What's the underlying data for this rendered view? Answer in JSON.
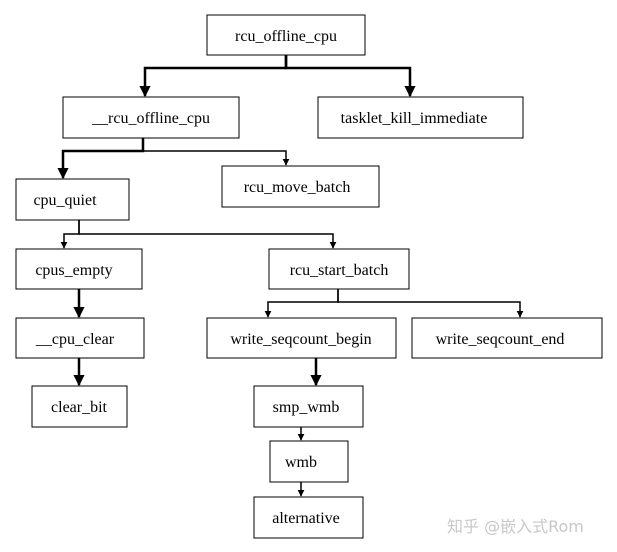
{
  "nodes": {
    "rcu_offline_cpu": "rcu_offline_cpu",
    "__rcu_offline_cpu": "__rcu_offline_cpu",
    "tasklet_kill_immediate": "tasklet_kill_immediate",
    "cpu_quiet": "cpu_quiet",
    "rcu_move_batch": "rcu_move_batch",
    "cpus_empty": "cpus_empty",
    "rcu_start_batch": "rcu_start_batch",
    "__cpu_clear": "__cpu_clear",
    "write_seqcount_begin": "write_seqcount_begin",
    "write_seqcount_end": "write_seqcount_end",
    "clear_bit": "clear_bit",
    "smp_wmb": "smp_wmb",
    "wmb": "wmb",
    "alternative": "alternative"
  },
  "edges": [
    {
      "from": "rcu_offline_cpu",
      "to": "__rcu_offline_cpu"
    },
    {
      "from": "rcu_offline_cpu",
      "to": "tasklet_kill_immediate"
    },
    {
      "from": "__rcu_offline_cpu",
      "to": "cpu_quiet"
    },
    {
      "from": "__rcu_offline_cpu",
      "to": "rcu_move_batch"
    },
    {
      "from": "cpu_quiet",
      "to": "cpus_empty"
    },
    {
      "from": "cpu_quiet",
      "to": "rcu_start_batch"
    },
    {
      "from": "cpus_empty",
      "to": "__cpu_clear"
    },
    {
      "from": "__cpu_clear",
      "to": "clear_bit"
    },
    {
      "from": "rcu_start_batch",
      "to": "write_seqcount_begin"
    },
    {
      "from": "rcu_start_batch",
      "to": "write_seqcount_end"
    },
    {
      "from": "write_seqcount_begin",
      "to": "smp_wmb"
    },
    {
      "from": "smp_wmb",
      "to": "wmb"
    },
    {
      "from": "wmb",
      "to": "alternative"
    }
  ],
  "watermark": "知乎 @嵌入式Rom"
}
